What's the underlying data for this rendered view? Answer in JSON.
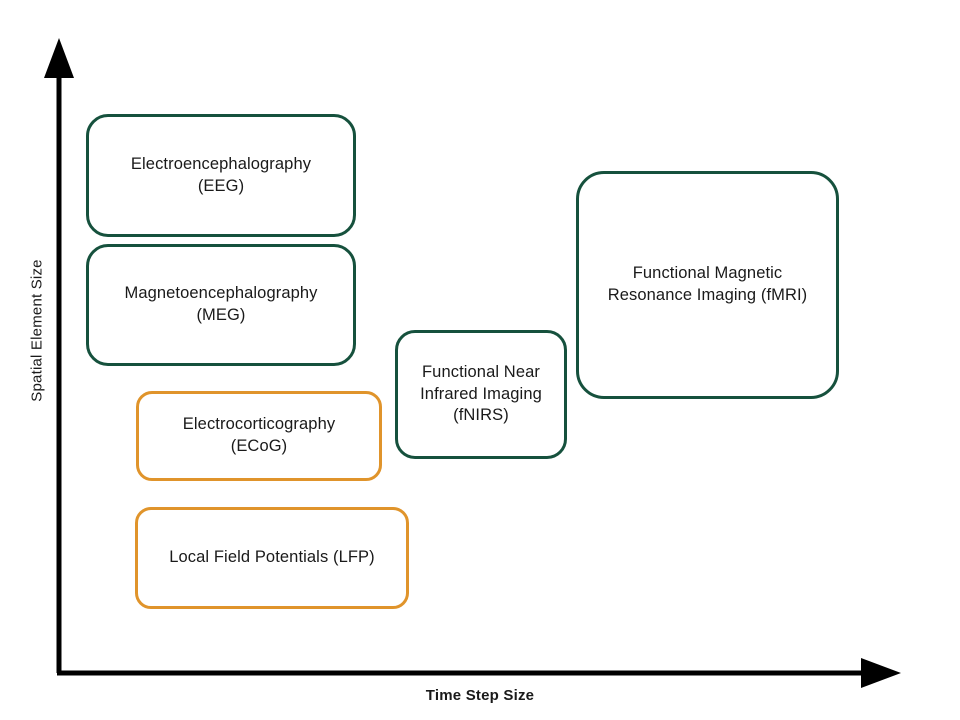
{
  "figure": {
    "type": "diagram",
    "kind": "quadrant-positioning-chart",
    "background_color": "#ffffff"
  },
  "axes": {
    "x_label": "Time Step Size",
    "y_label": "Spatial Element Size",
    "axis_color": "#000000",
    "x_arrow_icon": "arrow-right-icon",
    "y_arrow_icon": "arrow-up-icon"
  },
  "colors": {
    "green_outline": "#16513d",
    "orange_outline": "#e0942b",
    "text": "#1a1a1a"
  },
  "boxes": [
    {
      "id": "eeg",
      "label": "Electroencephalography\n(EEG)",
      "outline": "#16513d",
      "group": "non-invasive"
    },
    {
      "id": "meg",
      "label": "Magnetoencephalography\n(MEG)",
      "outline": "#16513d",
      "group": "non-invasive"
    },
    {
      "id": "ecog",
      "label": "Electrocorticography\n(ECoG)",
      "outline": "#e0942b",
      "group": "invasive"
    },
    {
      "id": "lfp",
      "label": "Local Field Potentials (LFP)",
      "outline": "#e0942b",
      "group": "invasive"
    },
    {
      "id": "fnirs",
      "label": "Functional Near\nInfrared Imaging\n(fNIRS)",
      "outline": "#16513d",
      "group": "non-invasive"
    },
    {
      "id": "fmri",
      "label": "Functional Magnetic\nResonance Imaging (fMRI)",
      "outline": "#16513d",
      "group": "non-invasive"
    }
  ]
}
